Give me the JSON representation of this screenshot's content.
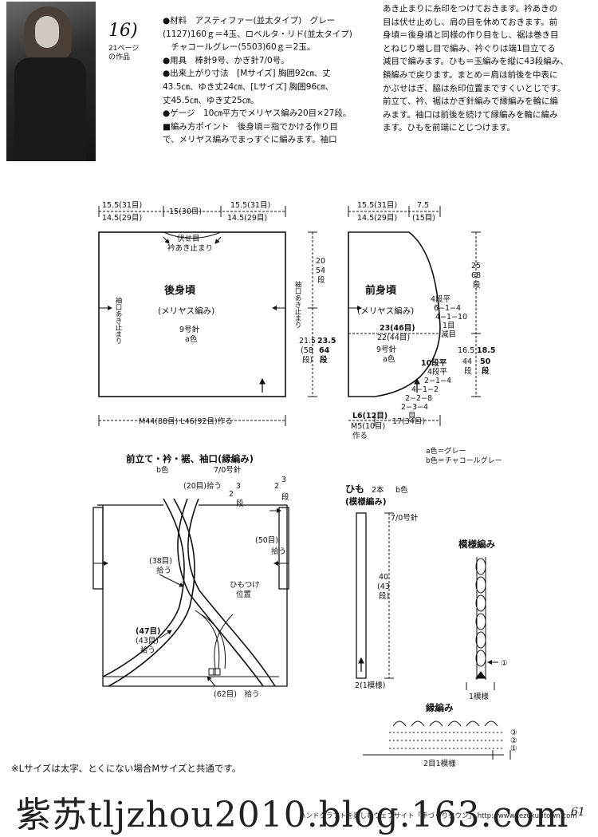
{
  "header": {
    "pattern_number": "16)",
    "page_ref_line1": "21ページ",
    "page_ref_line2": "の作品"
  },
  "materials": [
    "●材料　アスティファー(並太タイプ)　グレー",
    "(1127)160ｇ＝4玉、ロベルタ・リド(並太タイプ)",
    "　チャコールグレー(5503)60ｇ＝2玉。",
    "●用具　棒針9号、かぎ針7/0号。",
    "●出来上がり寸法　[Mサイズ] 胸囲92㎝、丈",
    "43.5㎝、ゆき丈24㎝、[Lサイズ] 胸囲96㎝、",
    "丈45.5㎝、ゆき丈25㎝。",
    "●ゲージ　10㎝平方でメリヤス編み20目×27段。",
    "■編み方ポイント　後身頃＝指でかける作り目",
    "で、メリヤス編みでまっすぐに編みます。袖口"
  ],
  "instructions": [
    "あき止まりに糸印をつけておきます。衿あきの",
    "目は伏せ止めし、肩の目を休めておきます。前",
    "身頃＝後身頃と同様の作り目をし、裾は巻き目",
    "とねじり増し目で編み、衿ぐりは端1目立てる",
    "減目で編みます。ひも＝玉編みを縦に43段編み、",
    "鎖編みで戻ります。まとめ＝肩は前後を中表に",
    "かぶせはぎ、脇は糸印位置まですくいとじです。",
    "前立て、衿、裾はかぎ針編みで縁編みを輪に編",
    "みます。袖口は前後を続けて縁編みを輪に編み",
    "ます。ひもを前端にとじつけます。"
  ],
  "back": {
    "top_m": "15.5(31目)",
    "top_l": "14.5(29目)",
    "center": "15(30目)",
    "top_m2": "15.5(31目)",
    "top_l2": "14.5(29目)",
    "neck_line1": "伏せ目",
    "neck_line2": "衿あき止まり",
    "title": "後身頃",
    "sub": "(メリヤス編み)",
    "needle": "9号針",
    "color": "a色",
    "cuff_note": "袖口あき止まり",
    "cuff_note2": "袖口あき止まり",
    "h1": "20",
    "h1b": "54",
    "h1c": "段",
    "h2": "21.5",
    "h2b": "(58",
    "h2c": "段)",
    "h3": "23.5",
    "h3b": "64",
    "h3c": "段",
    "bottom": "M44(88目) L46(92目)作る"
  },
  "front": {
    "top_m": "15.5(31目)",
    "top_l": "14.5(29目)",
    "top_right1": "7.5",
    "top_right2": "(15目)",
    "title": "前身頃",
    "sub": "(メリヤス編み)",
    "needle": "9号針",
    "color": "a色",
    "h1": "25",
    "h1b": "68",
    "h1c": "段",
    "dec1": "4段平",
    "dec2": "6−1−4",
    "dec3": "4−1−10",
    "dec4": "1目",
    "dec5": "減目",
    "width1": "23(46目)",
    "width2": "22(44目)",
    "h2": "16.5",
    "h2b": "44",
    "h2c": "段",
    "h3": "18.5",
    "h3b": "50",
    "h3c": "段",
    "inc1": "10段平",
    "inc2": "4段平",
    "inc3": "2−1−4",
    "inc4": "4−1−2",
    "inc5": "2−2−8",
    "inc6": "2−3−4",
    "inc7": "目",
    "bl1": "L6(12目)",
    "bl2": "M5(10目)",
    "bl3": "作る",
    "bm": "17(34目)"
  },
  "edging": {
    "title": "前立て・衿・裾、袖口(縁編み)",
    "color": "b色",
    "hook": "7/0号針",
    "pick20": "(20目)拾う",
    "rows2": "2",
    "rows3": "3",
    "rows_unit": "段",
    "pick50": "(50目)",
    "pick50b": "拾う",
    "pick38": "(38目)",
    "pick38b": "拾う",
    "cord_pos1": "ひもつけ",
    "cord_pos2": "位置",
    "pick47": "(47目)",
    "pick43": "(43目)",
    "pick_b": "拾う",
    "pick62": "(62目)　拾う"
  },
  "legend": {
    "a": "a色＝グレー",
    "b": "b色＝チャコールグレー"
  },
  "cord": {
    "title": "ひも",
    "count": "2本",
    "color": "b色",
    "sub": "(模様編み)",
    "hook": "7/0号針",
    "len1": "40",
    "len2": "(43",
    "len3": "段)",
    "bottom": "2(1模様)"
  },
  "pattern": {
    "title": "模様編み",
    "marker": "①",
    "repeat": "1模様"
  },
  "border": {
    "title": "縁編み",
    "r1": "①",
    "r2": "②",
    "r3": "③",
    "repeat": "2目1模様"
  },
  "footer": {
    "note": "※Lサイズは太字、とくにない場合Mサイズと共通です。",
    "watermark": "紫苏tljzhou2010.blog.163.com",
    "site": "ハンドクラフトを楽しむウェブサイト「手づくりタウン」 http://www.tezukuritown.com",
    "page": "61"
  }
}
